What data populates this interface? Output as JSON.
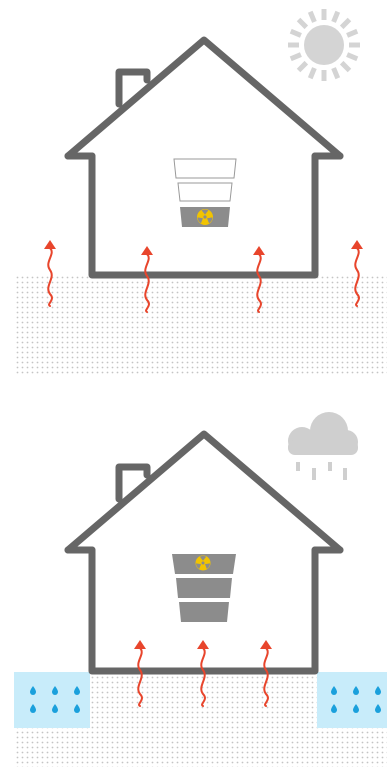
{
  "panels": [
    {
      "id": "sunny",
      "weather_icon": "sun-icon",
      "radon_level_icon": "radiation-icon",
      "radon_level_position": "bottom",
      "ground_water": false
    },
    {
      "id": "rainy",
      "weather_icon": "rain-cloud-icon",
      "radon_level_icon": "radiation-icon",
      "radon_level_position": "top",
      "ground_water": true
    }
  ],
  "colors": {
    "house_outline": "#666666",
    "arrow": "#e8452c",
    "soil_dots": "#c4c4c4",
    "water": "#c8ecfa",
    "water_drops": "#1aa0dc",
    "sun": "#d4d4d4",
    "cloud": "#cfcfcf",
    "radon_fill": "#8c8c8c",
    "radiation_symbol": "#f2c400"
  }
}
